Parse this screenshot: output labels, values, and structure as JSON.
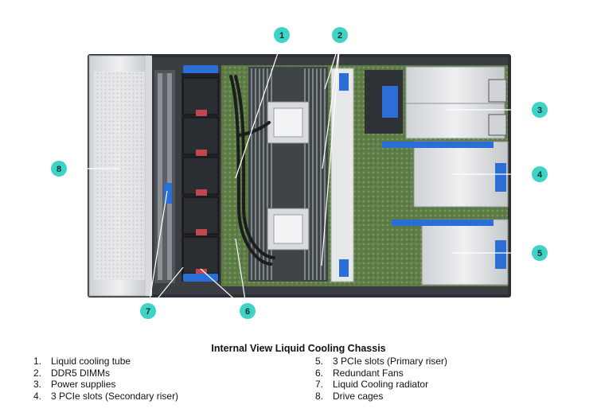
{
  "caption": {
    "title": "Internal View Liquid Cooling Chassis"
  },
  "callouts": [
    "1",
    "2",
    "3",
    "4",
    "5",
    "6",
    "7",
    "8"
  ],
  "legend": {
    "left": [
      {
        "num": "1.",
        "label": "Liquid cooling tube"
      },
      {
        "num": "2.",
        "label": "DDR5 DIMMs"
      },
      {
        "num": "3.",
        "label": "Power supplies"
      },
      {
        "num": "4.",
        "label": "3 PCIe slots (Secondary riser)"
      }
    ],
    "right": [
      {
        "num": "5.",
        "label": "3 PCIe slots (Primary riser)"
      },
      {
        "num": "6.",
        "label": "Redundant Fans"
      },
      {
        "num": "7.",
        "label": "Liquid Cooling radiator"
      },
      {
        "num": "8.",
        "label": "Drive cages"
      }
    ]
  },
  "colors": {
    "callout": "#3ed3c6",
    "fan_blue": "#2b6fd6",
    "board_green": "#6e8a52"
  }
}
